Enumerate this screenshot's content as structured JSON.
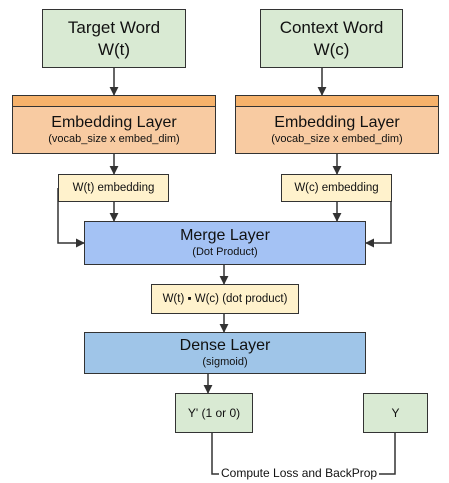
{
  "target_word": {
    "title": "Target Word",
    "symbol": "W(t)"
  },
  "context_word": {
    "title": "Context Word",
    "symbol": "W(c)"
  },
  "embedding_left": {
    "title": "Embedding Layer",
    "subtitle": "(vocab_size x embed_dim)"
  },
  "embedding_right": {
    "title": "Embedding Layer",
    "subtitle": "(vocab_size x embed_dim)"
  },
  "wt_embedding": "W(t) embedding",
  "wc_embedding": "W(c) embedding",
  "merge_layer": {
    "title": "Merge Layer",
    "subtitle": "(Dot Product)"
  },
  "dot_product": "W(t) ▪ W(c) (dot product)",
  "dense_layer": {
    "title": "Dense Layer",
    "subtitle": "(sigmoid)"
  },
  "y_pred": "Y' (1 or 0)",
  "y_true": "Y",
  "loss_label": "Compute Loss and BackProp",
  "colors": {
    "input": "#d9ead3",
    "embedding": "#f8cba2",
    "embedding_header": "#f6b26b",
    "vector": "#fff2cc",
    "merge": "#a4c2f4",
    "dense": "#9fc5e8",
    "line": "#333333"
  }
}
